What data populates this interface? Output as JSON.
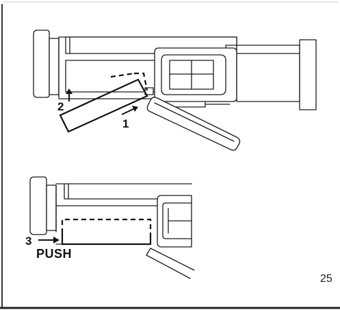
{
  "figure_top": {
    "step1": "1",
    "step2": "2"
  },
  "figure_bottom": {
    "step3": "3",
    "push_label": "PUSH"
  },
  "page_number": "25"
}
